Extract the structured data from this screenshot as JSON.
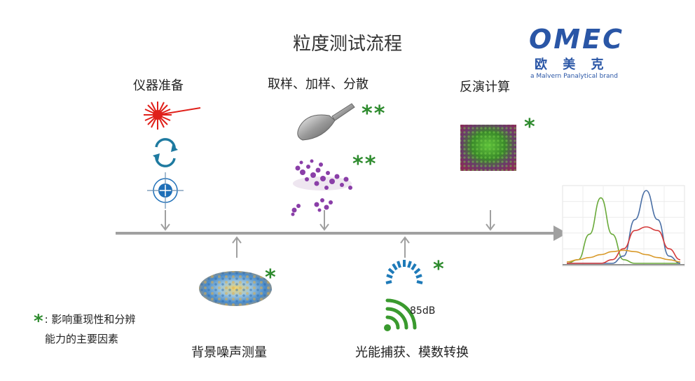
{
  "title": "粒度测试流程",
  "logo": {
    "brand": "OMEC",
    "cn": "欧 美 克",
    "tagline": "a Malvern Panalytical brand"
  },
  "steps": {
    "instrument_prep": "仪器准备",
    "sampling": "取样、加样、分散",
    "inversion": "反演计算",
    "background": "背景噪声测量",
    "capture": "光能捕获、模数转换"
  },
  "markers": {
    "sampling_scoop": "**",
    "sampling_particles": "**",
    "inversion": "*",
    "background": "*",
    "capture": "*"
  },
  "signal_label": "85dB",
  "note": {
    "star": "*",
    "line1": ": 影响重现性和分辨",
    "line2": "能力的主要因素"
  },
  "colors": {
    "star_green": "#2e8b2e",
    "axis_gray": "#a0a0a0",
    "brand_blue": "#2a56a6",
    "laser_red": "#e0201a",
    "signal_green": "#3a9a2e",
    "particle_purple": "#8a3ea8"
  },
  "chart_data": {
    "type": "line",
    "series": [
      {
        "values": [
          0,
          0.05,
          0.4,
          0.9,
          0.4,
          0.05,
          0,
          0,
          0,
          0,
          0
        ]
      },
      {
        "values": [
          0,
          0,
          0,
          0,
          0,
          0.1,
          0.6,
          1.0,
          0.6,
          0.1,
          0
        ]
      },
      {
        "values": [
          0,
          0,
          0,
          0,
          0.05,
          0.2,
          0.45,
          0.5,
          0.45,
          0.2,
          0.05
        ]
      },
      {
        "values": [
          0.02,
          0.05,
          0.08,
          0.12,
          0.16,
          0.18,
          0.16,
          0.12,
          0.08,
          0.05,
          0.02
        ]
      }
    ],
    "series_colors": [
      "#6aaa3a",
      "#4a6fa5",
      "#d43a3a",
      "#d99a2a"
    ],
    "grid": true
  }
}
